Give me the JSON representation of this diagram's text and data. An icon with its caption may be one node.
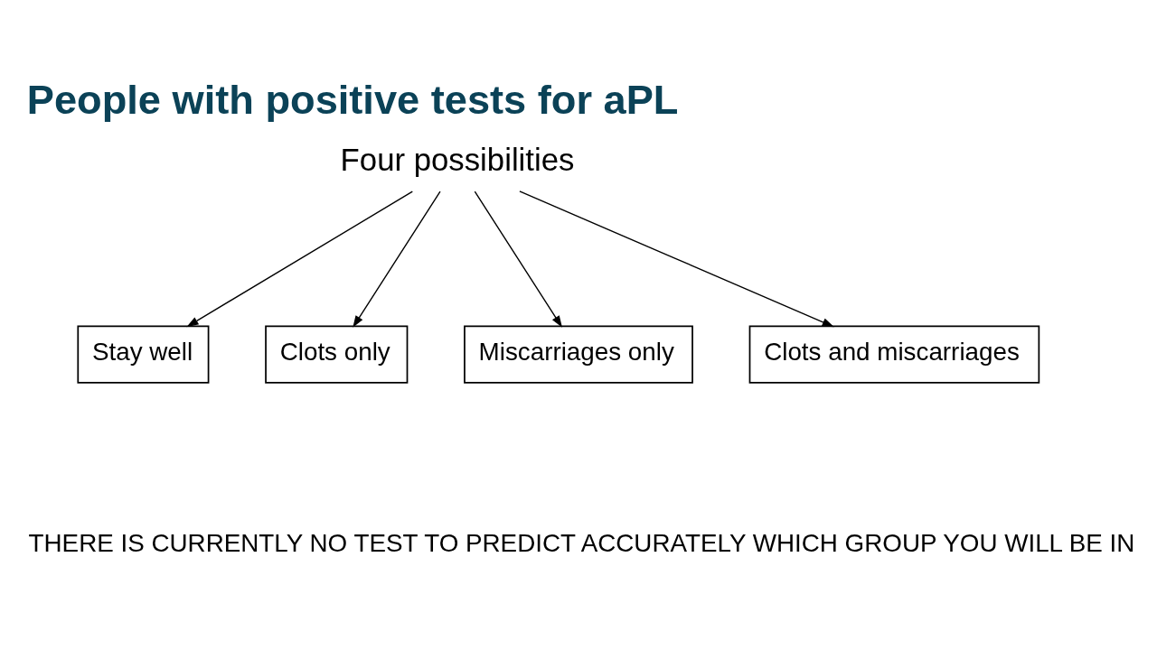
{
  "diagram": {
    "title": "People with positive tests for aPL",
    "nodes": [
      {
        "text": [
          "Four possibilities"
        ]
      },
      {
        "text": [
          "Stay well"
        ]
      },
      {
        "text": [
          "Clots only"
        ]
      },
      {
        "text": [
          "Miscarriages only"
        ]
      },
      {
        "text": [
          "Clots and miscarriages"
        ]
      }
    ],
    "edges": [
      {
        "from": 0,
        "to": 1,
        "arrow": "to"
      },
      {
        "from": 0,
        "to": 2,
        "arrow": "to"
      },
      {
        "from": 0,
        "to": 3,
        "arrow": "to"
      },
      {
        "from": 0,
        "to": 4,
        "arrow": "to"
      }
    ],
    "labels": [
      "THERE IS CURRENTLY NO TEST TO PREDICT ACCURATELY WHICH GROUP YOU WILL BE IN"
    ]
  }
}
